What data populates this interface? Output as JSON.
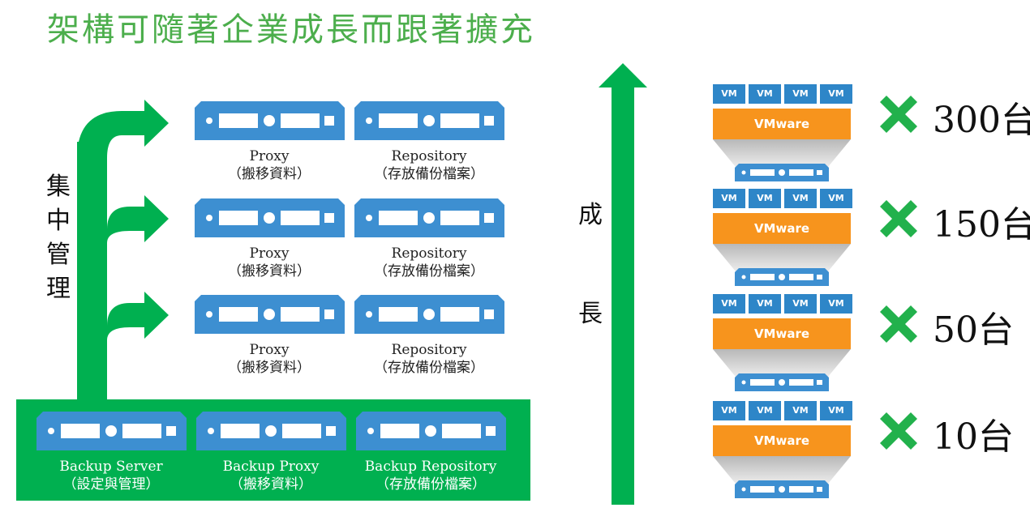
{
  "title": "架構可隨著企業成長而跟著擴充",
  "side_label": [
    "集",
    "中",
    "管",
    "理"
  ],
  "growth_label": [
    "成",
    "長"
  ],
  "tiers": [
    {
      "items": [
        {
          "name": "Proxy",
          "desc": "（搬移資料）"
        },
        {
          "name": "Repository",
          "desc": "（存放備份檔案）"
        }
      ]
    },
    {
      "items": [
        {
          "name": "Proxy",
          "desc": "（搬移資料）"
        },
        {
          "name": "Repository",
          "desc": "（存放備份檔案）"
        }
      ]
    },
    {
      "items": [
        {
          "name": "Proxy",
          "desc": "（搬移資料）"
        },
        {
          "name": "Repository",
          "desc": "（存放備份檔案）"
        }
      ]
    }
  ],
  "base": {
    "items": [
      {
        "name": "Backup Server",
        "desc": "（設定與管理）"
      },
      {
        "name": "Backup Proxy",
        "desc": "（搬移資料）"
      },
      {
        "name": "Backup Repository",
        "desc": "（存放備份檔案）"
      }
    ]
  },
  "stacks": [
    {
      "vms": [
        "VM",
        "VM",
        "VM",
        "VM"
      ],
      "platform": "VMware",
      "count": "300台"
    },
    {
      "vms": [
        "VM",
        "VM",
        "VM",
        "VM"
      ],
      "platform": "VMware",
      "count": "150台"
    },
    {
      "vms": [
        "VM",
        "VM",
        "VM",
        "VM"
      ],
      "platform": "VMware",
      "count": "50台"
    },
    {
      "vms": [
        "VM",
        "VM",
        "VM",
        "VM"
      ],
      "platform": "VMware",
      "count": "10台"
    }
  ],
  "colors": {
    "green": "#00b050",
    "title_green": "#4cae4c",
    "server_blue": "#3d8fd1",
    "vm_blue": "#2e86c8",
    "vmware_orange": "#f7941d",
    "x_green": "#22b14c"
  }
}
